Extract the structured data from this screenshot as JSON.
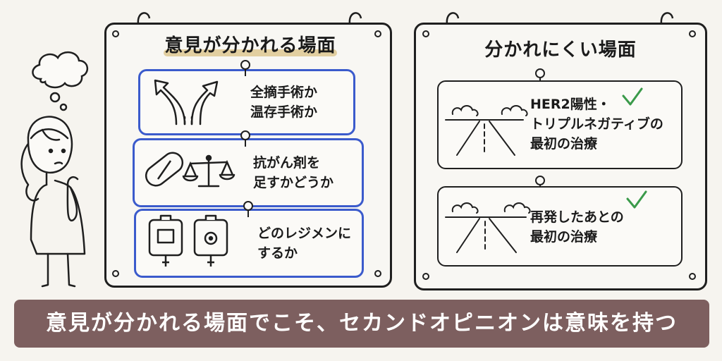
{
  "left_board": {
    "title": "意見が分かれる場面",
    "cards": [
      {
        "line1": "全摘手術か",
        "line2": "温存手術か",
        "icon": "branching-road-icon"
      },
      {
        "line1": "抗がん剤を",
        "line2": "足すかどうか",
        "icon": "pill-and-scale-icon"
      },
      {
        "line1": "どのレジメンに",
        "line2": "するか",
        "icon": "iv-bag-icon"
      }
    ]
  },
  "right_board": {
    "title": "分かれにくい場面",
    "cards": [
      {
        "line1": "HER2陽性・",
        "line2": "トリプルネガティブの",
        "line3": "最初の治療",
        "icon": "straight-road-icon",
        "check": "check-icon"
      },
      {
        "line1": "再発したあとの",
        "line2": "最初の治療",
        "icon": "straight-road-icon",
        "check": "check-icon"
      }
    ]
  },
  "banner": {
    "text": "意見が分かれる場面でこそ、セカンドオピニオンは意味を持つ"
  },
  "colors": {
    "accent_blue": "#3b5bcc",
    "check_green": "#3a9a4a",
    "banner_bg": "#7d5f5f",
    "title_underline": "#e2cfa0"
  }
}
